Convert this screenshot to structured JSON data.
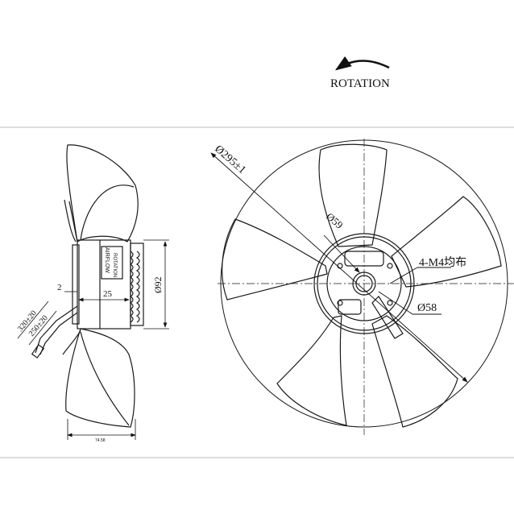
{
  "rotation_label": "ROTATION",
  "diameter_overall": "Ø295±1",
  "diameter_hub": "Ø59",
  "diameter_bolt_circle": "Ø58",
  "mounting_holes": "4-M4均布",
  "diameter_motor": "Ø92",
  "motor_length": "25",
  "offset": "2",
  "cable_outer": "320±20",
  "cable_inner": "250±20",
  "overall_depth": "74.58",
  "label_airflow": "AIRFLOW",
  "label_rotation_small": "ROTATION",
  "colors": {
    "line": "#1a1a1a",
    "background": "#ffffff"
  }
}
